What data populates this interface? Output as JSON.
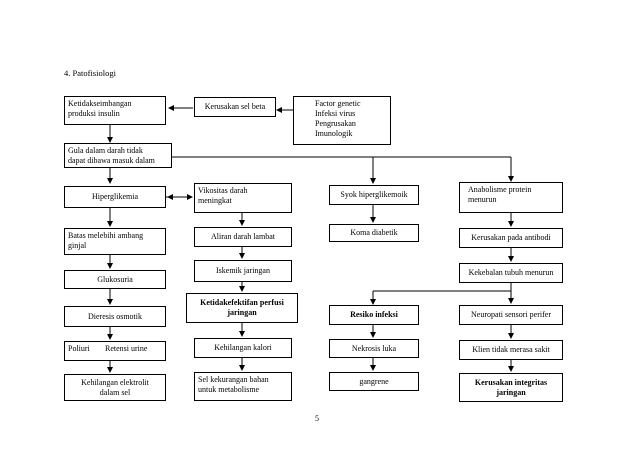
{
  "heading": "4.  Patofisiologi",
  "page_number": "5",
  "nodes": {
    "ketidakseimbangan": "Ketidakseimbangan\nproduksi insulin",
    "kerusakan_sel_beta": "Kerusakan sel beta",
    "factor": "Factor genetic\nInfeksi virus\nPengrusakan\nImunologik",
    "gula_darah": "Gula dalam darah tidak\ndapat dibawa masuk dalam",
    "hiperglikemia": "Hiperglikemia",
    "vikositas": "Vikositas darah\nmeningkat",
    "syok": "Syok hiperglikemoik",
    "anabolisme": "Anabolisme protein\nmenurun",
    "batas": "Batas melebihi ambang\nginjal",
    "aliran": "Aliran darah lambat",
    "koma": "Koma diabetik",
    "kerusakan_antibodi": "Kerusakan pada antibodi",
    "iskemik": "Iskemik jaringan",
    "kekebalan": "Kekebalan tubuh menurun",
    "glukosuria": "Glukosuria",
    "ketidakefektifan": "Ketidakefektifan perfusi\njaringan",
    "resiko": "Resiko infeksi",
    "neuropati": "Neuropati sensori perifer",
    "dieresis": "Dieresis osmotik",
    "kehilangan_kalori": "Kehilangan kalori",
    "nekrosis": "Nekrosis luka",
    "klien": "Klien tidak merasa sakit",
    "poliuri": "Poliuri",
    "retensi": "Retensi urine",
    "kehilangan_elektrolit": "Kehilangan elektrolit\ndalam sel",
    "sel_kekurangan": "Sel kekurangan bahan\nuntuk metabolisme",
    "gangrene": "gangrene",
    "kerusakan_integritas": "Kerusakan integritas\njaringan"
  }
}
